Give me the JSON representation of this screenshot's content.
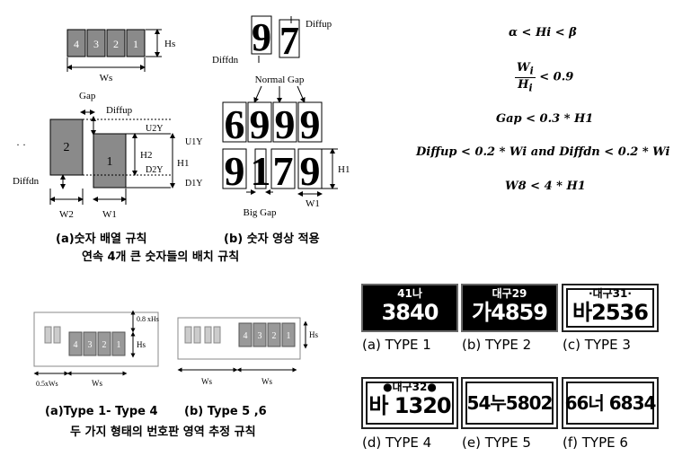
{
  "fig_a": {
    "digits": [
      "4",
      "3",
      "2",
      "1"
    ],
    "hs_label": "Hs",
    "ws_label": "Ws",
    "gap_label": "Gap",
    "diffup_label": "Diffup",
    "u2y_label": "U2Y",
    "u1y_label": "U1Y",
    "h2_label": "H2",
    "h1_label": "H1",
    "d2y_label": "D2Y",
    "d1y_label": "D1Y",
    "diffdn_label": "Diffdn",
    "w2_label": "W2",
    "w1_label": "W1",
    "big_digit_2": "2",
    "big_digit_1": "1",
    "caption": "(a)숫자 배열 규칙"
  },
  "fig_b": {
    "diffup_label": "Diffup",
    "diffdn_label": "Diffdn",
    "normal_gap_label": "Normal Gap",
    "big_gap_label": "Big Gap",
    "h1_label": "H1",
    "w1_label": "W1",
    "top_digits": "97",
    "row1_digits": "6999",
    "row2_digits": "9179",
    "caption": "(b) 숫자 영상 적용"
  },
  "group1_caption": "연속 4개 큰 숫자들의 배치 규칙",
  "formulas": [
    "α < Hi < β",
    "Wi / Hi < 0.9",
    "Gap < 0.3 * H1",
    "Diffup < 0.2 * Wi and Diffdn < 0.2 * Wi",
    "W8 < 4 * H1"
  ],
  "fig_c": {
    "digits": [
      "4",
      "3",
      "2",
      "1"
    ],
    "h08_label": "0.8 xHs",
    "hs_label": "Hs",
    "w05_label": "0.5xWs",
    "ws_label": "Ws",
    "caption": "(a)Type 1- Type 4"
  },
  "fig_d": {
    "digits": [
      "4",
      "3",
      "2",
      "1"
    ],
    "hs_label": "Hs",
    "ws_label_left": "Ws",
    "ws_label_right": "Ws",
    "caption": "(b) Type 5 ,6"
  },
  "group2_caption": "두 가지 형태의 번호판 영역 추정 규칙",
  "plates": [
    {
      "top": "41나",
      "main": "3840",
      "label": "(a) TYPE 1",
      "bg": "#000000",
      "fg": "#ffffff"
    },
    {
      "top": "대구29",
      "main": "가4859",
      "label": "(b) TYPE 2",
      "bg": "#000000",
      "fg": "#ffffff"
    },
    {
      "top": "·대구31·",
      "main": "바2536",
      "label": "(c) TYPE 3",
      "bg": "#ffffff",
      "fg": "#000000"
    },
    {
      "top": "●대구32●",
      "main": "바 1320",
      "label": "(d) TYPE 4",
      "bg": "#ffffff",
      "fg": "#000000"
    },
    {
      "top": "",
      "main": "54누5802",
      "label": "(e) TYPE 5",
      "bg": "#ffffff",
      "fg": "#000000"
    },
    {
      "top": "",
      "main": "66너 6834",
      "label": "(f) TYPE 6",
      "bg": "#ffffff",
      "fg": "#000000"
    }
  ],
  "top_left_dots": "· ·"
}
